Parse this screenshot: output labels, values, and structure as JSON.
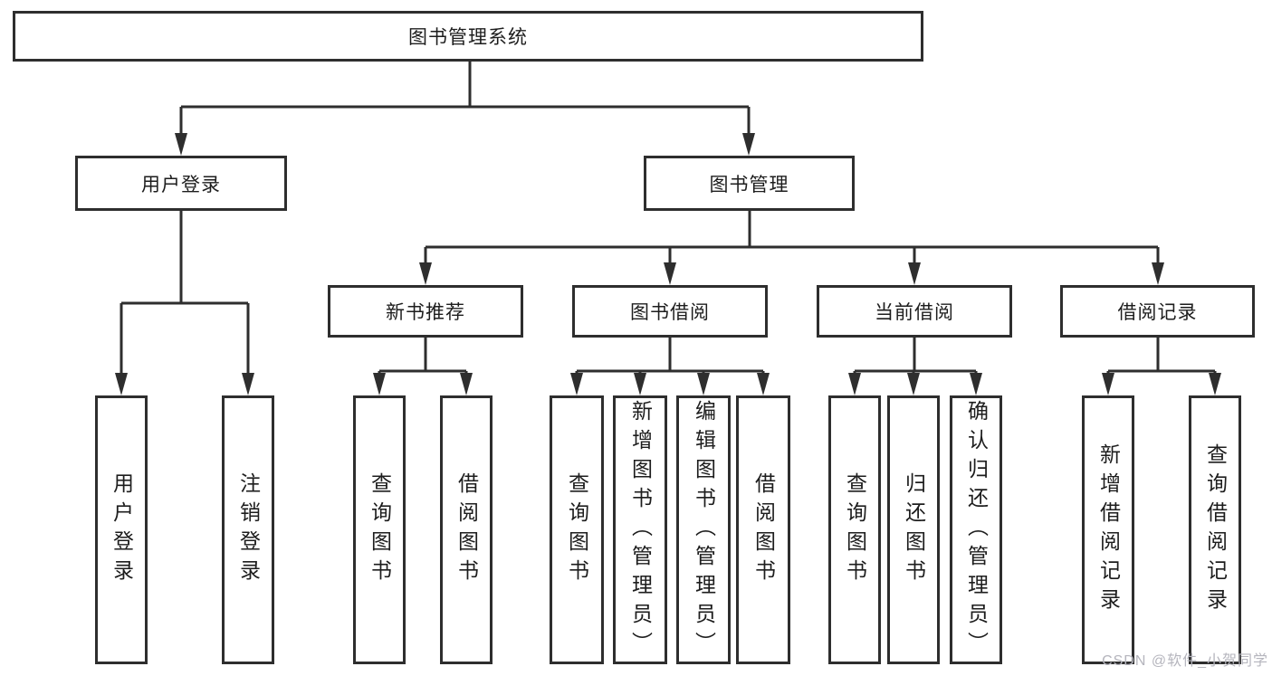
{
  "root": {
    "label": "图书管理系统"
  },
  "branches": {
    "user_login": {
      "label": "用户登录",
      "children": [
        "用户登录",
        "注销登录"
      ]
    },
    "book_management": {
      "label": "图书管理"
    }
  },
  "modules": [
    {
      "label": "新书推荐",
      "children": [
        "查询图书",
        "借阅图书"
      ]
    },
    {
      "label": "图书借阅",
      "children": [
        "查询图书",
        "新增图书（管理员）",
        "编辑图书（管理员）",
        "借阅图书"
      ]
    },
    {
      "label": "当前借阅",
      "children": [
        "查询图书",
        "归还图书",
        "确认归还（管理员）"
      ]
    },
    {
      "label": "借阅记录",
      "children": [
        "新增借阅记录",
        "查询借阅记录"
      ]
    }
  ],
  "watermark": "CSDN @软件_小贺同学",
  "colors": {
    "line": "#2e2e2e",
    "text": "#1d1d1d",
    "watermark": "#b5b5bd",
    "background": "#ffffff"
  }
}
